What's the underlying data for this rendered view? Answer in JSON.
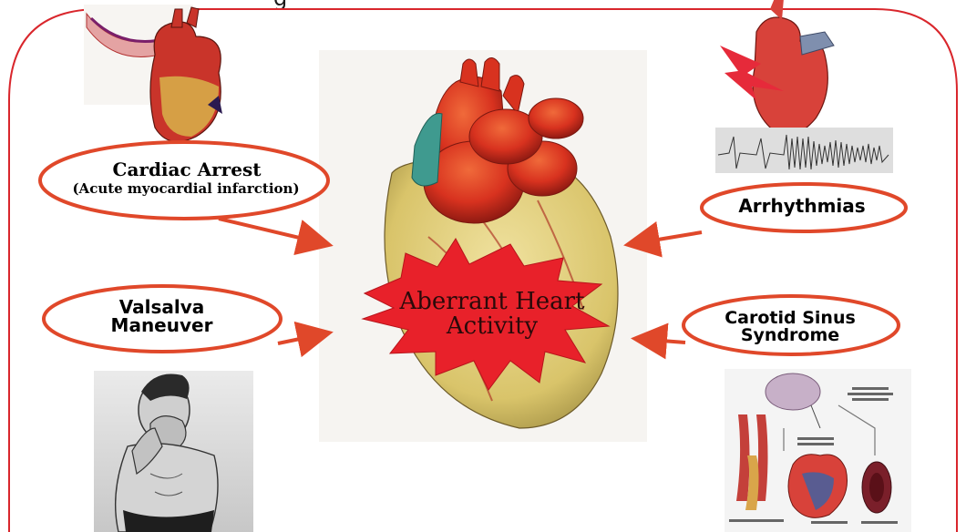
{
  "header": {
    "partial_title": "g"
  },
  "center": {
    "label_line1": "Aberrant Heart",
    "label_line2": "Activity"
  },
  "causes": {
    "cardiac_arrest_line1": "Cardiac Arrest",
    "cardiac_arrest_line2": "(Acute myocardial infarction)",
    "arrhythmias": "Arrhythmias",
    "valsalva_line1": "Valsalva",
    "valsalva_line2": "Maneuver",
    "carotid_line1": "Carotid Sinus",
    "carotid_line2": "Syndrome"
  },
  "colors": {
    "frame": "#d9262c",
    "ellipse_stroke": "#e0482a",
    "arrow": "#e0482a",
    "star_fill": "#e8212a",
    "heart_red": "#d8321f",
    "heart_yellow": "#d9c46a"
  }
}
